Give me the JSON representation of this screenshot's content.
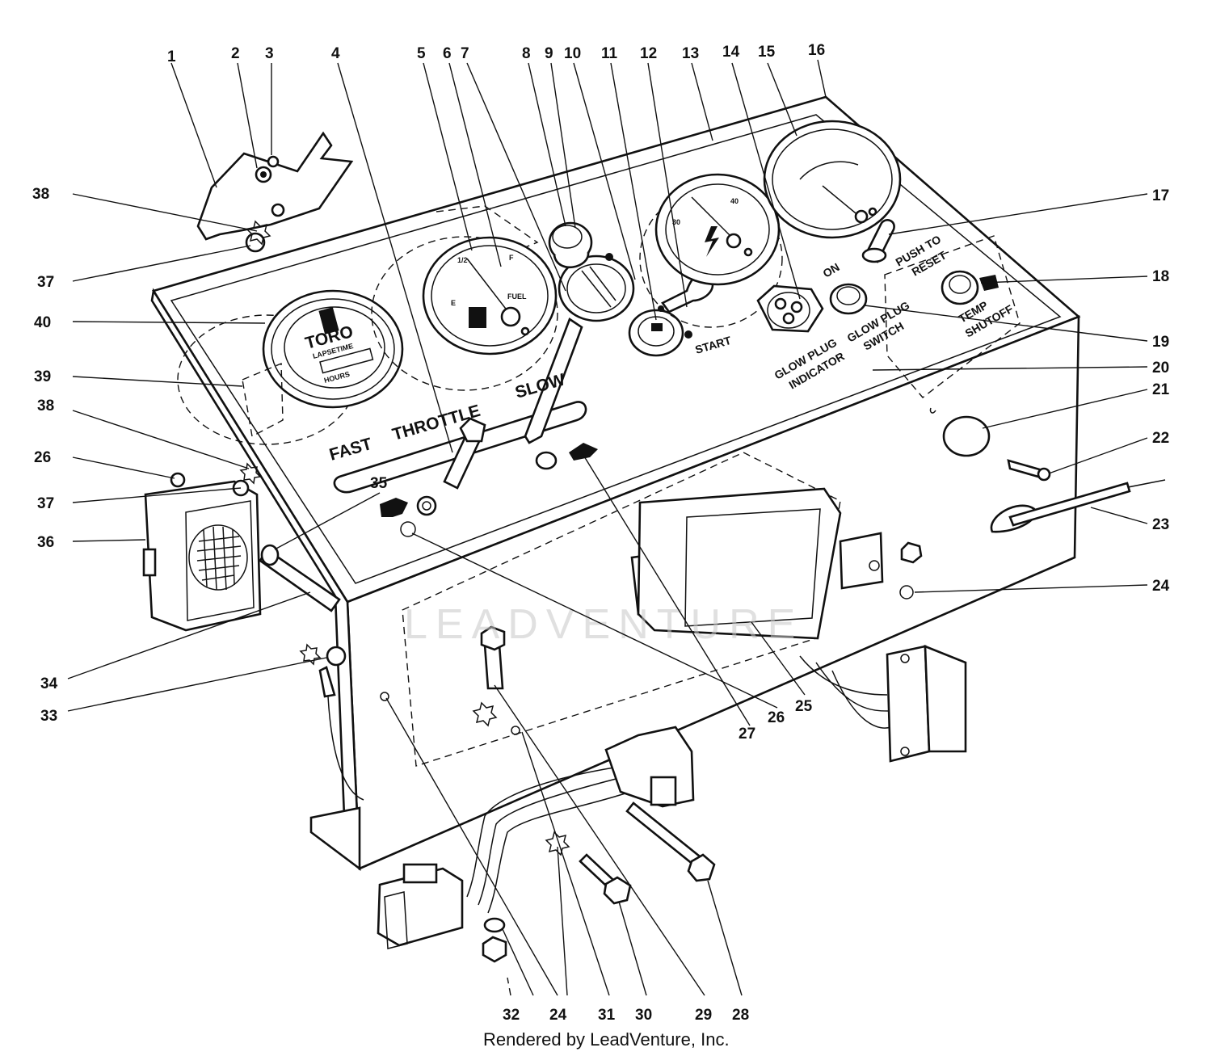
{
  "footer": {
    "text": "Rendered by LeadVenture, Inc."
  },
  "watermark": {
    "text": "LEADVENTURE"
  },
  "panel_labels": {
    "fast": "FAST",
    "throttle": "THROTTLE",
    "slow": "SLOW",
    "start": "START",
    "glow_plug_indicator_1": "GLOW PLUG",
    "glow_plug_indicator_2": "INDICATOR",
    "glow_plug_switch_1": "GLOW PLUG",
    "glow_plug_switch_2": "SWITCH",
    "on": "ON",
    "push_to_reset_1": "PUSH TO",
    "push_to_reset_2": "RESET",
    "temp_shutoff_1": "TEMP",
    "temp_shutoff_2": "SHUTOFF",
    "hourmeter_brand": "TORO",
    "hourmeter_sub": "LAPSETIME",
    "hourmeter_unit": "HOURS",
    "fuel": "FUEL",
    "fuel_e": "E",
    "fuel_half": "1/2",
    "fuel_f": "F",
    "ammeter_left": "30",
    "ammeter_right": "40"
  },
  "callouts": [
    {
      "id": "1",
      "label": "1"
    },
    {
      "id": "2",
      "label": "2"
    },
    {
      "id": "3",
      "label": "3"
    },
    {
      "id": "4",
      "label": "4"
    },
    {
      "id": "5",
      "label": "5"
    },
    {
      "id": "6",
      "label": "6"
    },
    {
      "id": "7",
      "label": "7"
    },
    {
      "id": "8",
      "label": "8"
    },
    {
      "id": "9",
      "label": "9"
    },
    {
      "id": "10",
      "label": "10"
    },
    {
      "id": "11",
      "label": "11"
    },
    {
      "id": "12",
      "label": "12"
    },
    {
      "id": "13",
      "label": "13"
    },
    {
      "id": "14",
      "label": "14"
    },
    {
      "id": "15",
      "label": "15"
    },
    {
      "id": "16",
      "label": "16"
    },
    {
      "id": "17",
      "label": "17"
    },
    {
      "id": "18",
      "label": "18"
    },
    {
      "id": "19",
      "label": "19"
    },
    {
      "id": "20",
      "label": "20"
    },
    {
      "id": "21",
      "label": "21"
    },
    {
      "id": "22",
      "label": "22"
    },
    {
      "id": "23",
      "label": "23"
    },
    {
      "id": "24a",
      "label": "24"
    },
    {
      "id": "25",
      "label": "25"
    },
    {
      "id": "26a",
      "label": "26"
    },
    {
      "id": "27",
      "label": "27"
    },
    {
      "id": "26b",
      "label": "26"
    },
    {
      "id": "28",
      "label": "28"
    },
    {
      "id": "29",
      "label": "29"
    },
    {
      "id": "30",
      "label": "30"
    },
    {
      "id": "31",
      "label": "31"
    },
    {
      "id": "24b",
      "label": "24"
    },
    {
      "id": "32",
      "label": "32"
    },
    {
      "id": "33",
      "label": "33"
    },
    {
      "id": "34",
      "label": "34"
    },
    {
      "id": "35",
      "label": "35"
    },
    {
      "id": "36",
      "label": "36"
    },
    {
      "id": "37a",
      "label": "37"
    },
    {
      "id": "38a",
      "label": "38"
    },
    {
      "id": "39",
      "label": "39"
    },
    {
      "id": "40",
      "label": "40"
    },
    {
      "id": "37b",
      "label": "37"
    },
    {
      "id": "38b",
      "label": "38"
    }
  ]
}
